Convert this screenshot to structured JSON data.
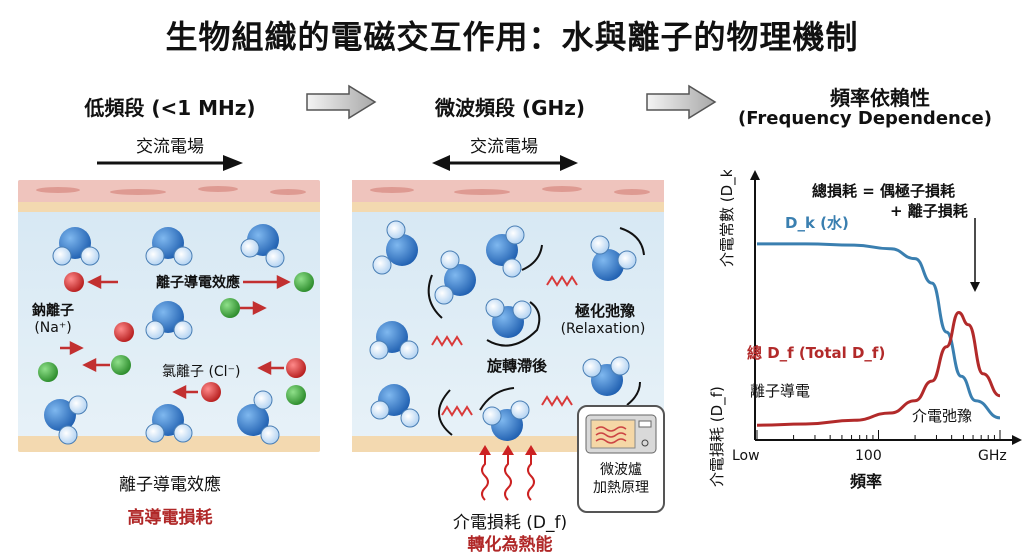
{
  "title": "生物組織的電磁交互作用：水與離子的物理機制",
  "sections": {
    "low": {
      "heading": "低頻段 (<1 MHz)",
      "field_label": "交流電場",
      "labels": {
        "ionic_effect": "離子導電效應",
        "sodium_name": "鈉離子",
        "sodium_symbol": "(Na⁺)",
        "chloride": "氯離子 (Cl⁻)"
      },
      "caption": "離子導電效應",
      "caption_red": "高導電損耗"
    },
    "microwave": {
      "heading": "微波頻段 (GHz)",
      "field_label": "交流電場",
      "labels": {
        "relaxation_zh": "極化弛豫",
        "relaxation_en": "(Relaxation)",
        "rotation_lag": "旋轉滯後"
      },
      "oven_line1": "微波爐",
      "oven_line2": "加熱原理",
      "caption": "介電損耗 (D_f)",
      "caption_red": "轉化為熱能"
    },
    "freq": {
      "heading": "頻率依賴性",
      "subheading": "(Frequency Dependence)"
    }
  },
  "chart_data": {
    "type": "line",
    "title": "頻率依賴性 (Frequency Dependence)",
    "xlabel": "頻率",
    "x_ticks": [
      "Low",
      "100",
      "GHz"
    ],
    "x_scale": "log",
    "ylabel_top": "介電常數 (D_k)",
    "ylabel_bottom": "介電損耗 (D_f)",
    "series": [
      {
        "name": "D_k (水)",
        "color": "#3a7fb0",
        "x": [
          0,
          0.2,
          0.4,
          0.55,
          0.65,
          0.72,
          0.78,
          0.84,
          0.9,
          1.0
        ],
        "y": [
          0.78,
          0.78,
          0.775,
          0.76,
          0.72,
          0.62,
          0.42,
          0.24,
          0.14,
          0.07
        ]
      },
      {
        "name": "總 D_f (Total D_f)",
        "color": "#b22a2a",
        "x": [
          0,
          0.2,
          0.4,
          0.55,
          0.65,
          0.72,
          0.78,
          0.83,
          0.87,
          0.93,
          1.0
        ],
        "y": [
          0.04,
          0.045,
          0.06,
          0.09,
          0.14,
          0.22,
          0.36,
          0.5,
          0.45,
          0.25,
          0.16
        ]
      }
    ],
    "annotations": {
      "total_loss_line1": "總損耗 = 偶極子損耗",
      "total_loss_line2": "+ 離子損耗",
      "ionic_conduction": "離子導電",
      "dielectric_relaxation": "介電弛豫"
    }
  }
}
